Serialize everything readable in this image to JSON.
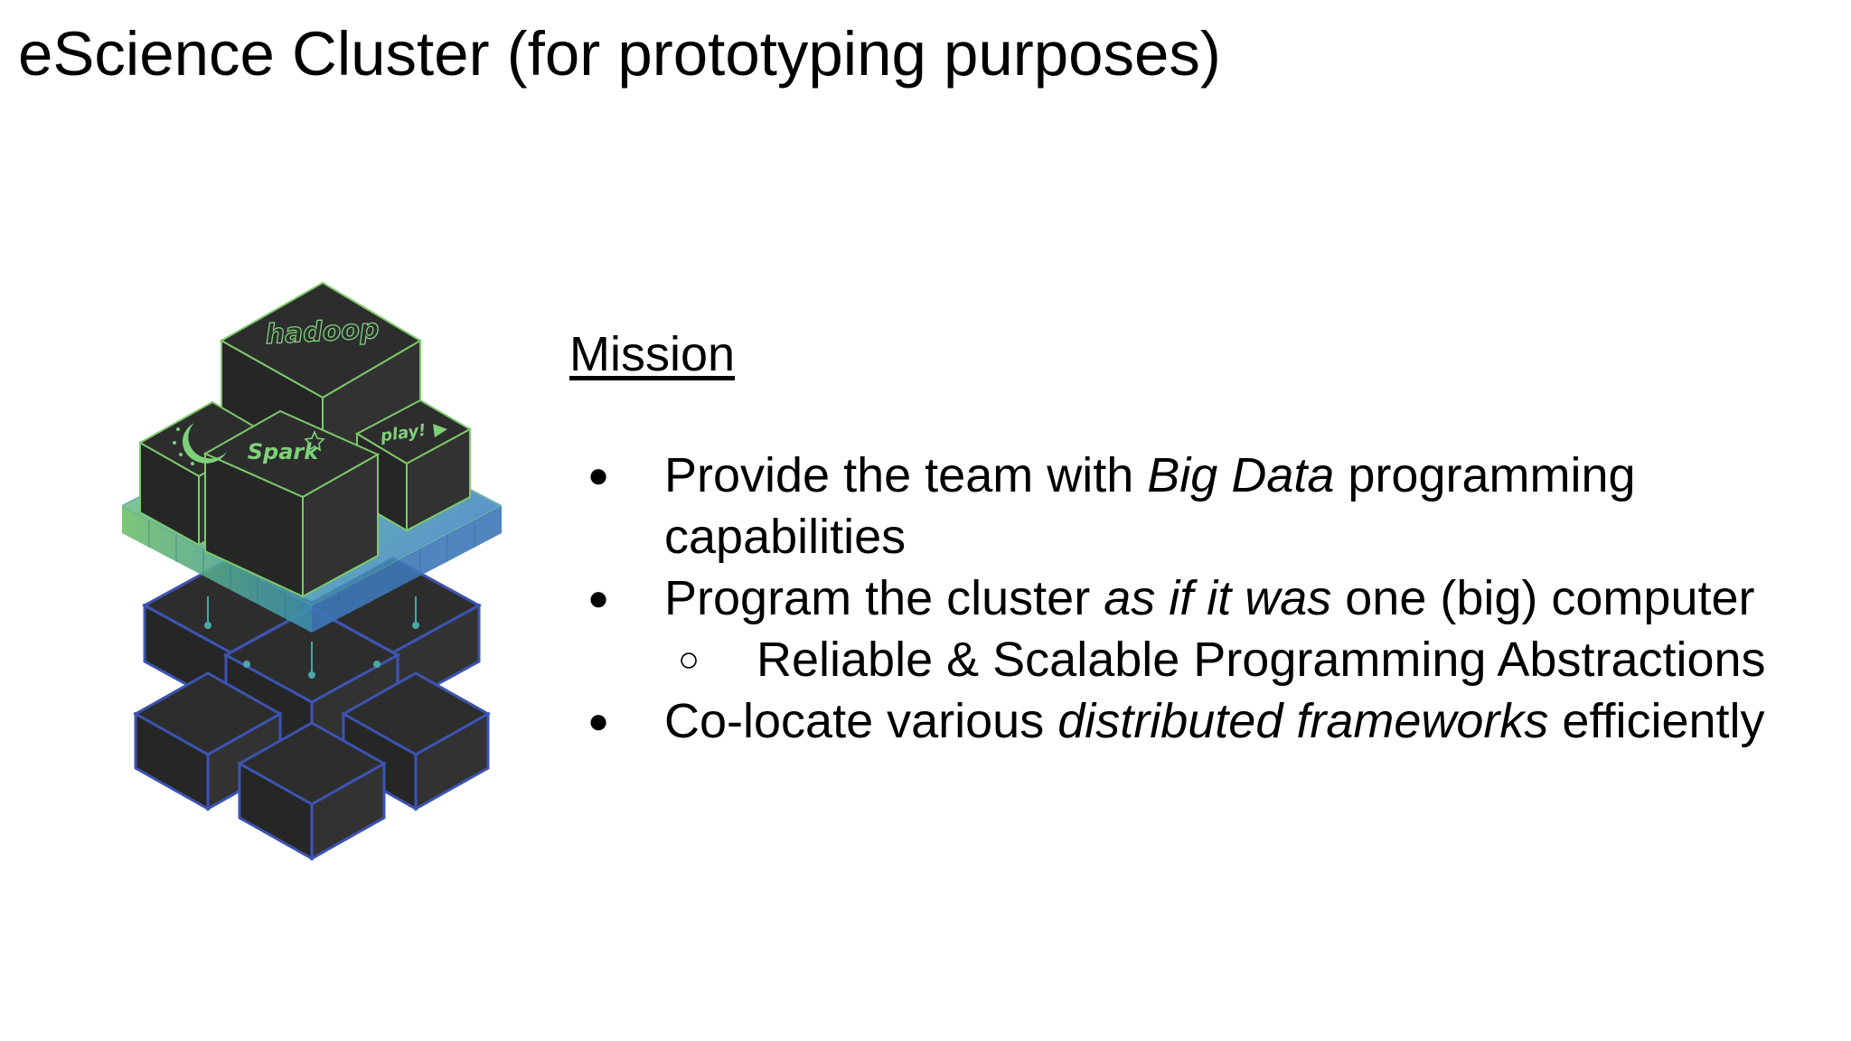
{
  "slide": {
    "title": "eScience Cluster (for prototyping purposes)",
    "mission_heading": "Mission",
    "bullets": [
      {
        "level": 1,
        "parts": [
          {
            "text": "Provide the team with ",
            "italic": false
          },
          {
            "text": "Big Data",
            "italic": true
          },
          {
            "text": "  programming",
            "italic": false
          }
        ],
        "continuation": "capabilities"
      },
      {
        "level": 1,
        "parts": [
          {
            "text": "Program the cluster ",
            "italic": false
          },
          {
            "text": "as if it was",
            "italic": true
          },
          {
            "text": " one (big) computer",
            "italic": false
          }
        ]
      },
      {
        "level": 2,
        "parts": [
          {
            "text": "Reliable & Scalable Programming Abstractions",
            "italic": false
          }
        ]
      },
      {
        "level": 1,
        "parts": [
          {
            "text": "Co-locate various ",
            "italic": false
          },
          {
            "text": "distributed frameworks",
            "italic": true
          },
          {
            "text": " efficiently",
            "italic": false
          }
        ]
      }
    ]
  },
  "illustration": {
    "logos": {
      "hadoop": "hadoop",
      "spark": "Spark",
      "play": "play!"
    },
    "moon_icon": "crescent-moon-icon",
    "colors": {
      "cube_fill": "#2d2d2e",
      "cluster_stroke": "#3d54b0",
      "platform_green": "#7dc96a",
      "platform_teal": "#4aa8a5",
      "platform_blue": "#3e7ec4",
      "logo_green": "#7fd07a"
    }
  }
}
